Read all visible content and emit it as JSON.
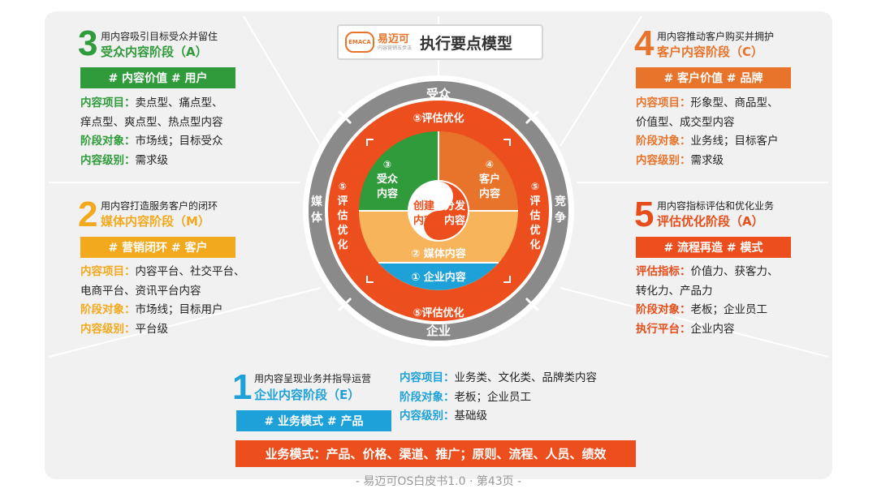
{
  "header": {
    "logo_badge": "EMACA",
    "logo_name": "易迈可",
    "logo_sub": "内容营销五步法",
    "title": "执行要点模型"
  },
  "stages": {
    "s3": {
      "num": "3",
      "desc": "用内容吸引目标受众并留住",
      "name": "受众内容阶段（A）",
      "tags": "# 内容价值   # 用户",
      "items": [
        {
          "k": "内容项目：",
          "v": "卖点型、痛点型、"
        },
        {
          "k": "",
          "v": "痒点型、爽点型、热点型内容"
        },
        {
          "k": "阶段对象：",
          "v": "市场线；目标受众"
        },
        {
          "k": "内容级别：",
          "v": "需求级"
        }
      ]
    },
    "s2": {
      "num": "2",
      "desc": "用内容打造服务客户的闭环",
      "name": "媒体内容阶段（M）",
      "tags": "# 营销闭环   # 客户",
      "items": [
        {
          "k": "内容项目：",
          "v": "内容平台、社交平台、"
        },
        {
          "k": "",
          "v": "电商平台、资讯平台内容"
        },
        {
          "k": "阶段对象：",
          "v": "市场线；目标用户"
        },
        {
          "k": "内容级别：",
          "v": "平台级"
        }
      ]
    },
    "s4": {
      "num": "4",
      "desc": "用内容推动客户购买并拥护",
      "name": "客户内容阶段（C）",
      "tags": "# 客户价值   # 品牌",
      "items": [
        {
          "k": "内容项目：",
          "v": "形象型、商品型、"
        },
        {
          "k": "",
          "v": "价值型、成交型内容"
        },
        {
          "k": "阶段对象：",
          "v": "业务线；目标客户"
        },
        {
          "k": "内容级别：",
          "v": "需求级"
        }
      ]
    },
    "s5": {
      "num": "5",
      "desc": "用内容指标评估和优化业务",
      "name": "评估优化阶段（A）",
      "tags": "# 流程再造   # 模式",
      "items": [
        {
          "k": "评估指标：",
          "v": "价值力、获客力、"
        },
        {
          "k": "",
          "v": "转化力、产品力"
        },
        {
          "k": "阶段对象：",
          "v": "老板；企业员工"
        },
        {
          "k": "执行平台：",
          "v": "企业内容"
        }
      ]
    },
    "s1": {
      "num": "1",
      "desc": "用内容呈现业务并指导运营",
      "name": "企业内容阶段（E）",
      "tags": "# 业务模式   # 产品",
      "items": [
        {
          "k": "内容项目：",
          "v": "业务类、文化类、品牌类内容"
        },
        {
          "k": "阶段对象：",
          "v": "老板；企业员工"
        },
        {
          "k": "内容级别：",
          "v": "基础级"
        }
      ]
    }
  },
  "circle": {
    "outer": {
      "top": "受众",
      "bottom": "企业",
      "left": "媒体",
      "right": "竞争"
    },
    "optimize_h": "⑤评估优化",
    "optimize_left": [
      "⑤",
      "评",
      "估",
      "优",
      "化"
    ],
    "optimize_right": [
      "⑤",
      "评",
      "估",
      "优",
      "化"
    ],
    "q_audience": [
      "③",
      "受众",
      "内容"
    ],
    "q_customer": [
      "④",
      "客户",
      "内容"
    ],
    "media": "② 媒体内容",
    "enterprise": "① 企业内容",
    "center_left": [
      "创建",
      "内容"
    ],
    "center_right": [
      "分发",
      "内容"
    ]
  },
  "banner": "业务模式：产品、价格、渠道、推广；原则、流程、人员、绩效",
  "footer": "- 易迈可OS白皮书1.0 · 第43页 -",
  "colors": {
    "green": "#2f9b3a",
    "orange": "#e8732a",
    "yellow": "#f2a91e",
    "red": "#ec4f1d",
    "blue": "#1da1d8",
    "gray": "#8a8a8a"
  }
}
